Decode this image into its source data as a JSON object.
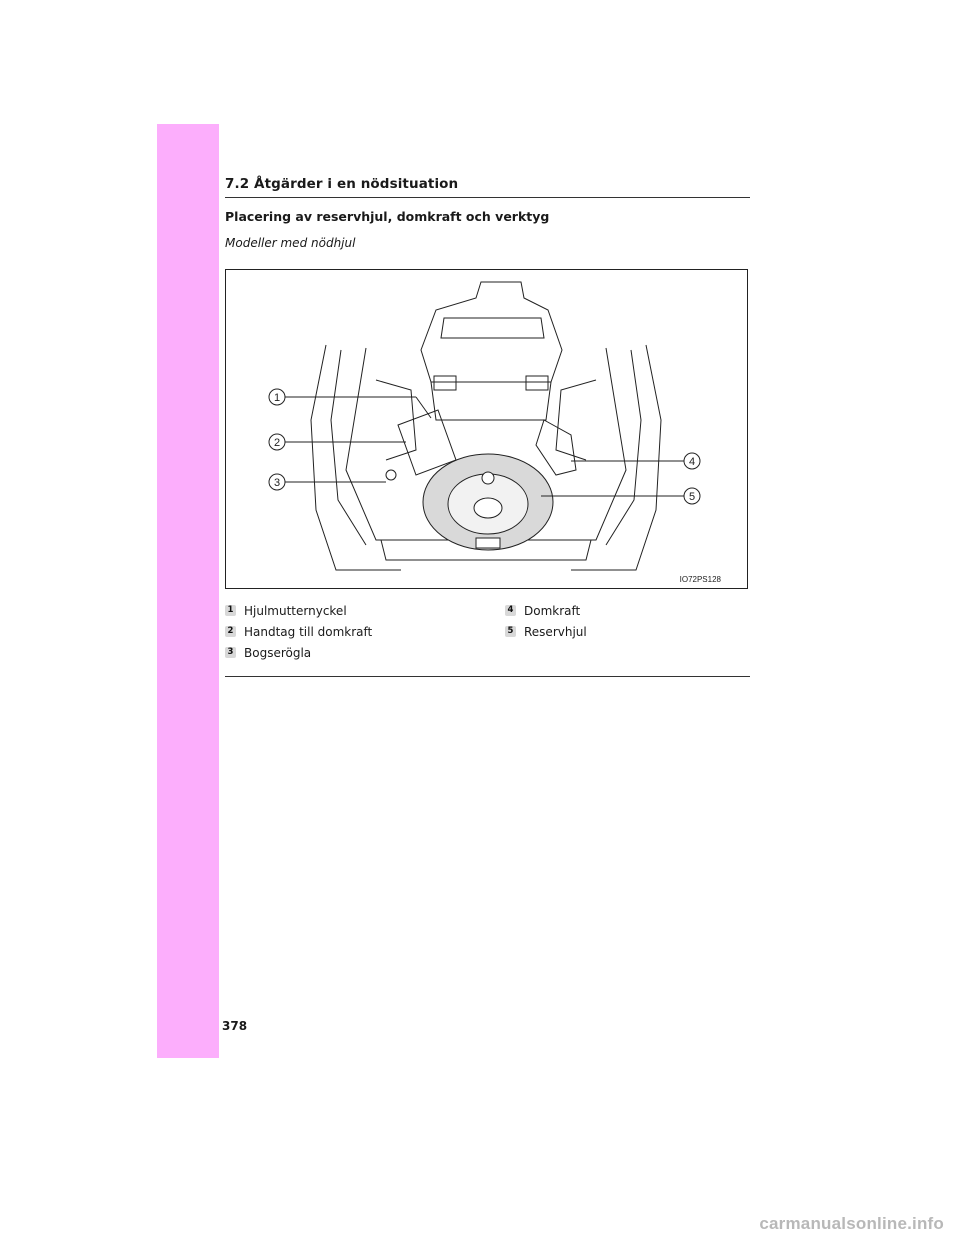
{
  "header": {
    "section_title": "7.2  Åtgärder i en nödsituation"
  },
  "content": {
    "subheading": "Placering av reservhjul, domkraft och verktyg",
    "model_note": "Modeller med nödhjul"
  },
  "figure": {
    "image_code": "IO72PS128",
    "callouts": [
      "1",
      "2",
      "3",
      "4",
      "5"
    ]
  },
  "legend": {
    "left": [
      {
        "num": "1",
        "label": "Hjulmutternyckel"
      },
      {
        "num": "2",
        "label": "Handtag till domkraft"
      },
      {
        "num": "3",
        "label": "Bogserögla"
      }
    ],
    "right": [
      {
        "num": "4",
        "label": "Domkraft"
      },
      {
        "num": "5",
        "label": "Reservhjul"
      }
    ]
  },
  "footer": {
    "page_number": "378",
    "watermark": "carmanualsonline.info"
  },
  "colors": {
    "side_band": "#fcaefc",
    "number_box": "#d8d8d8",
    "wheel": "#d9d9d9"
  }
}
